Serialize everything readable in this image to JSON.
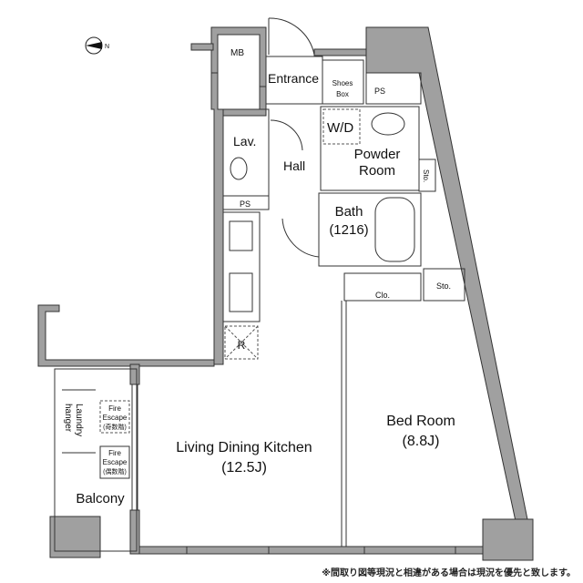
{
  "compass": {
    "label": "N",
    "icon": "north-arrow-icon"
  },
  "rooms": {
    "mb": "MB",
    "entrance": "Entrance",
    "shoes_box": [
      "Shoes",
      "Box"
    ],
    "ps_top": "PS",
    "wd": "W/D",
    "powder_room": [
      "Powder",
      "Room"
    ],
    "sto_upper": "Sto.",
    "lav": "Lav.",
    "hall": "Hall",
    "ps_lav": "PS",
    "bath": [
      "Bath",
      "(1216)"
    ],
    "clo": "Clo.",
    "sto_lower": "Sto.",
    "fridge": "R",
    "ldk": [
      "Living Dining Kitchen",
      "(12.5J)"
    ],
    "bedroom": [
      "Bed Room",
      "(8.8J)"
    ],
    "laundry": [
      "Laundry",
      "hanger"
    ],
    "fire_escape_odd": [
      "Fire",
      "Escape",
      "(奇数階)"
    ],
    "fire_escape_even": [
      "Fire",
      "Escape",
      "(偶数階)"
    ],
    "balcony": "Balcony"
  },
  "footnote": "※間取り図等現況と相違がある場合は現況を優先と致します。"
}
